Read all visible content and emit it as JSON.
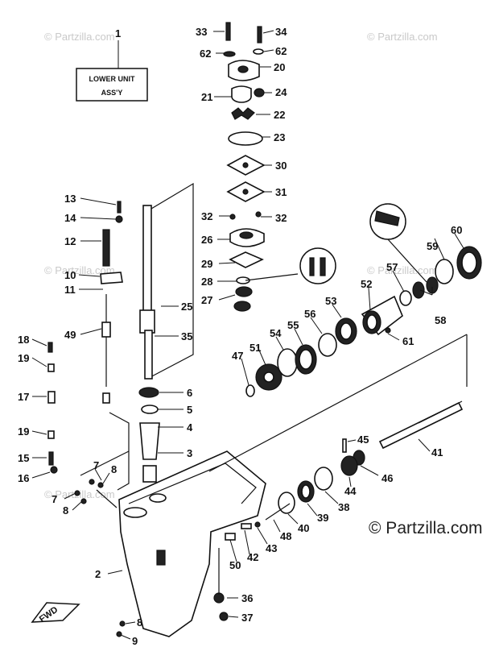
{
  "watermarks": {
    "small": "© Partzilla.com",
    "large": "© Partzilla.com"
  },
  "label_box": {
    "ref": "1",
    "line1": "LOWER UNIT",
    "line2": "ASS'Y"
  },
  "fwd_tag": "FWD",
  "callouts": [
    {
      "id": "c33",
      "text": "33"
    },
    {
      "id": "c34",
      "text": "34"
    },
    {
      "id": "c62a",
      "text": "62"
    },
    {
      "id": "c62b",
      "text": "62"
    },
    {
      "id": "c20",
      "text": "20"
    },
    {
      "id": "c21",
      "text": "21"
    },
    {
      "id": "c24",
      "text": "24"
    },
    {
      "id": "c22",
      "text": "22"
    },
    {
      "id": "c23",
      "text": "23"
    },
    {
      "id": "c30",
      "text": "30"
    },
    {
      "id": "c31",
      "text": "31"
    },
    {
      "id": "c32a",
      "text": "32"
    },
    {
      "id": "c32b",
      "text": "32"
    },
    {
      "id": "c26",
      "text": "26"
    },
    {
      "id": "c29",
      "text": "29"
    },
    {
      "id": "c28",
      "text": "28"
    },
    {
      "id": "c27",
      "text": "27"
    },
    {
      "id": "c25",
      "text": "25"
    },
    {
      "id": "c35",
      "text": "35"
    },
    {
      "id": "c6",
      "text": "6"
    },
    {
      "id": "c5",
      "text": "5"
    },
    {
      "id": "c4",
      "text": "4"
    },
    {
      "id": "c3",
      "text": "3"
    },
    {
      "id": "c13",
      "text": "13"
    },
    {
      "id": "c14",
      "text": "14"
    },
    {
      "id": "c12",
      "text": "12"
    },
    {
      "id": "c10",
      "text": "10"
    },
    {
      "id": "c11",
      "text": "11"
    },
    {
      "id": "c49",
      "text": "49"
    },
    {
      "id": "c18",
      "text": "18"
    },
    {
      "id": "c19a",
      "text": "19"
    },
    {
      "id": "c17",
      "text": "17"
    },
    {
      "id": "c19b",
      "text": "19"
    },
    {
      "id": "c15",
      "text": "15"
    },
    {
      "id": "c16",
      "text": "16"
    },
    {
      "id": "c7a",
      "text": "7"
    },
    {
      "id": "c8a",
      "text": "8"
    },
    {
      "id": "c7b",
      "text": "7"
    },
    {
      "id": "c8b",
      "text": "8"
    },
    {
      "id": "c2",
      "text": "2"
    },
    {
      "id": "c60",
      "text": "60"
    },
    {
      "id": "c59",
      "text": "59"
    },
    {
      "id": "c57",
      "text": "57"
    },
    {
      "id": "c52",
      "text": "52"
    },
    {
      "id": "c58",
      "text": "58"
    },
    {
      "id": "c53",
      "text": "53"
    },
    {
      "id": "c56",
      "text": "56"
    },
    {
      "id": "c55",
      "text": "55"
    },
    {
      "id": "c54",
      "text": "54"
    },
    {
      "id": "c61",
      "text": "61"
    },
    {
      "id": "c47",
      "text": "47"
    },
    {
      "id": "c51",
      "text": "51"
    },
    {
      "id": "c45",
      "text": "45"
    },
    {
      "id": "c41",
      "text": "41"
    },
    {
      "id": "c46",
      "text": "46"
    },
    {
      "id": "c44",
      "text": "44"
    },
    {
      "id": "c38",
      "text": "38"
    },
    {
      "id": "c39",
      "text": "39"
    },
    {
      "id": "c40",
      "text": "40"
    },
    {
      "id": "c48",
      "text": "48"
    },
    {
      "id": "c43",
      "text": "43"
    },
    {
      "id": "c42",
      "text": "42"
    },
    {
      "id": "c50",
      "text": "50"
    },
    {
      "id": "c36",
      "text": "36"
    },
    {
      "id": "c37",
      "text": "37"
    },
    {
      "id": "c8c",
      "text": "8"
    },
    {
      "id": "c9",
      "text": "9"
    }
  ]
}
